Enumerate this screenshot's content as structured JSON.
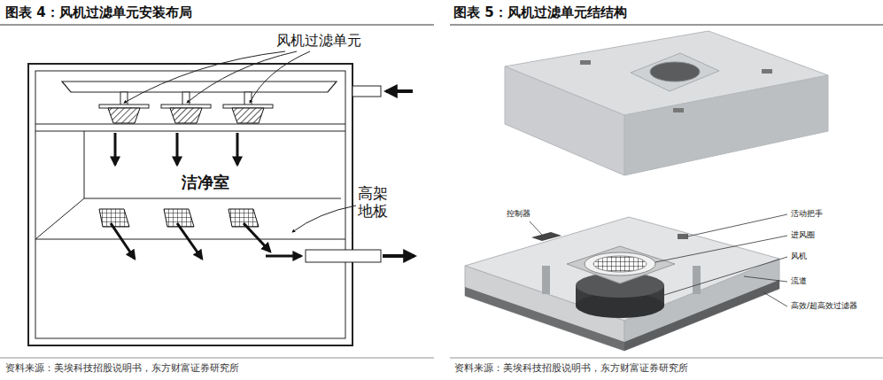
{
  "diagram": {
    "nodes": [
      {
        "text": [
          "洁净室"
        ]
      }
    ],
    "labels": [
      "图表 4：风机过滤单元安装布局",
      "风机过滤单元",
      "高架地板",
      "资料来源：美埃科技招股说明书，东方财富证券研究所",
      "图表 5：风机过滤单元结结构",
      "控制器",
      "活动把手",
      "进风圈",
      "风机",
      "流道",
      "高效/超高效过滤器",
      "资料来源：美埃科技招股说明书，东方财富证券研究所"
    ]
  }
}
